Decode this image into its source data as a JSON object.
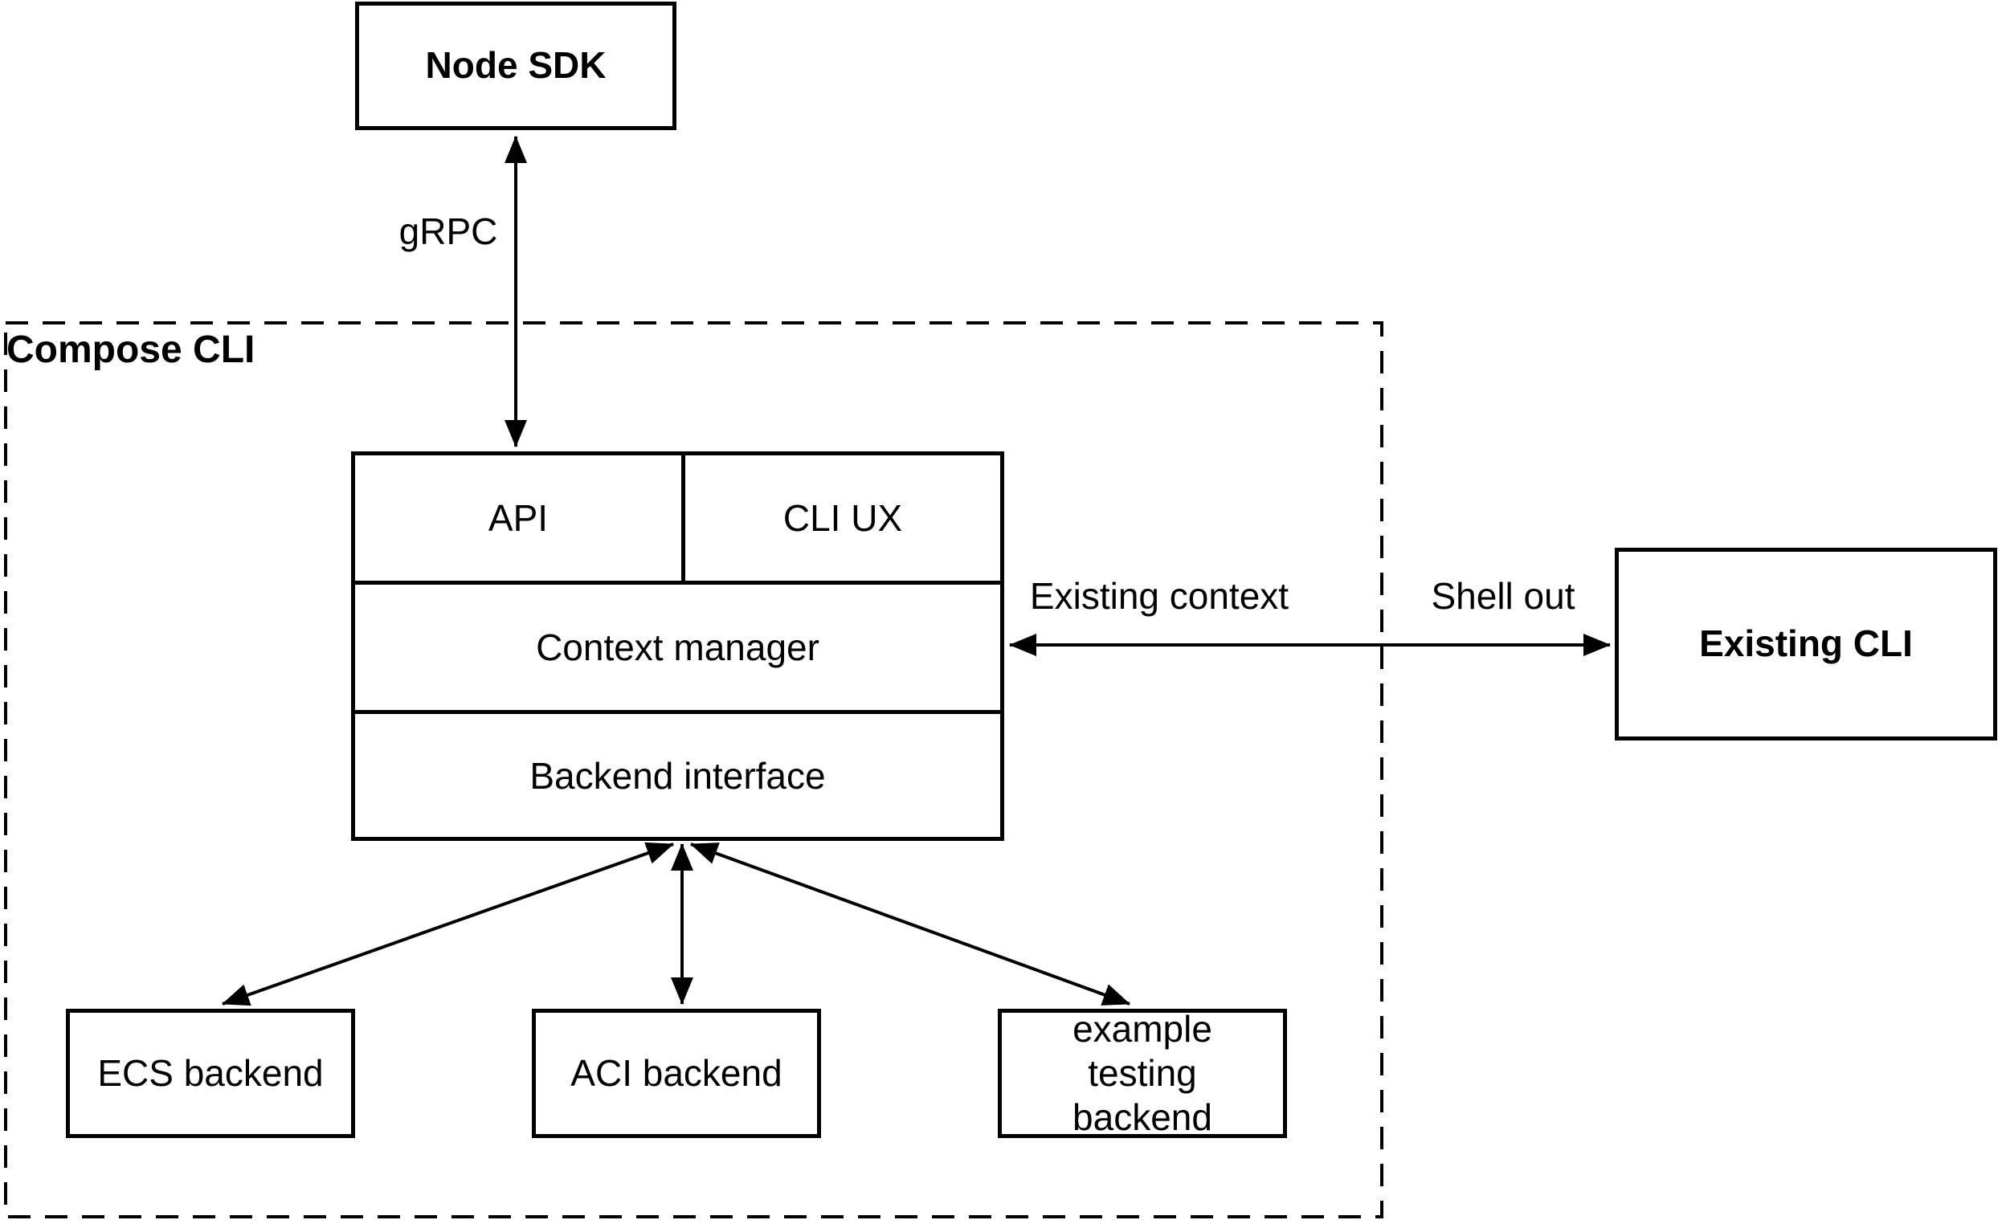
{
  "nodes": {
    "node_sdk": "Node SDK",
    "api": "API",
    "cli_ux": "CLI UX",
    "context_manager": "Context manager",
    "backend_interface": "Backend interface",
    "existing_cli": "Existing CLI",
    "ecs_backend": "ECS backend",
    "aci_backend": "ACI backend",
    "example_testing_backend": "example testing backend"
  },
  "container": {
    "label": "Compose CLI"
  },
  "edge_labels": {
    "grpc": "gRPC",
    "existing_context": "Existing context",
    "shell_out": "Shell out"
  },
  "colors": {
    "stroke": "#000000",
    "background": "#ffffff",
    "text": "#000000"
  }
}
